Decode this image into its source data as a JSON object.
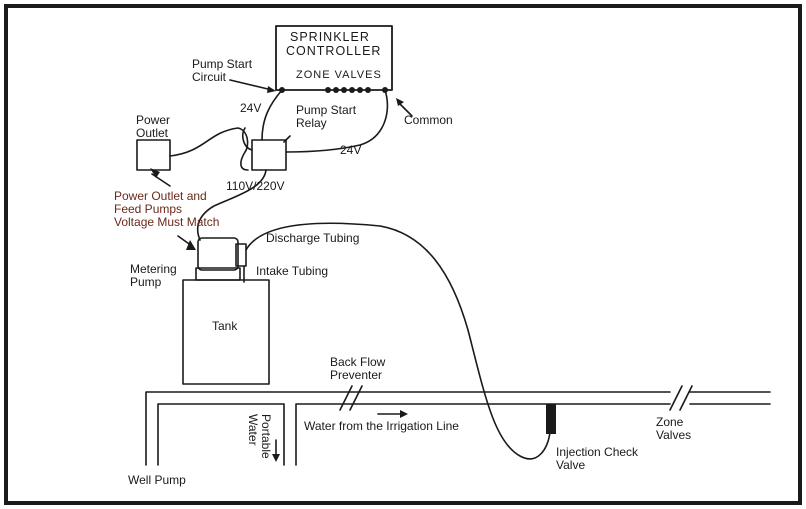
{
  "diagram": {
    "controller": {
      "line1": "SPRINKLER",
      "line2": "CONTROLLER",
      "zone_valves": "ZONE VALVES"
    },
    "labels": {
      "pump_start_circuit": "Pump Start\nCircuit",
      "v24_left": "24V",
      "pump_start_relay": "Pump Start\nRelay",
      "common": "Common",
      "v24_right": "24V",
      "power_outlet": "Power\nOutlet",
      "voltage": "110V/220V",
      "voltage_note": "Power Outlet and\nFeed Pumps\nVoltage Must Match",
      "discharge_tubing": "Discharge Tubing",
      "metering_pump": "Metering\nPump",
      "intake_tubing": "Intake Tubing",
      "tank": "Tank",
      "back_flow_preventer": "Back Flow\nPreventer",
      "water_from_line": "Water from the Irrigation Line",
      "zone_valves_end": "Zone\nValves",
      "injection_check_valve": "Injection Check\nValve",
      "portable_water": "Portable\nWater",
      "well_pump": "Well Pump"
    },
    "colors": {
      "ink": "#1a1a1a",
      "note": "#6b2a1a"
    }
  }
}
